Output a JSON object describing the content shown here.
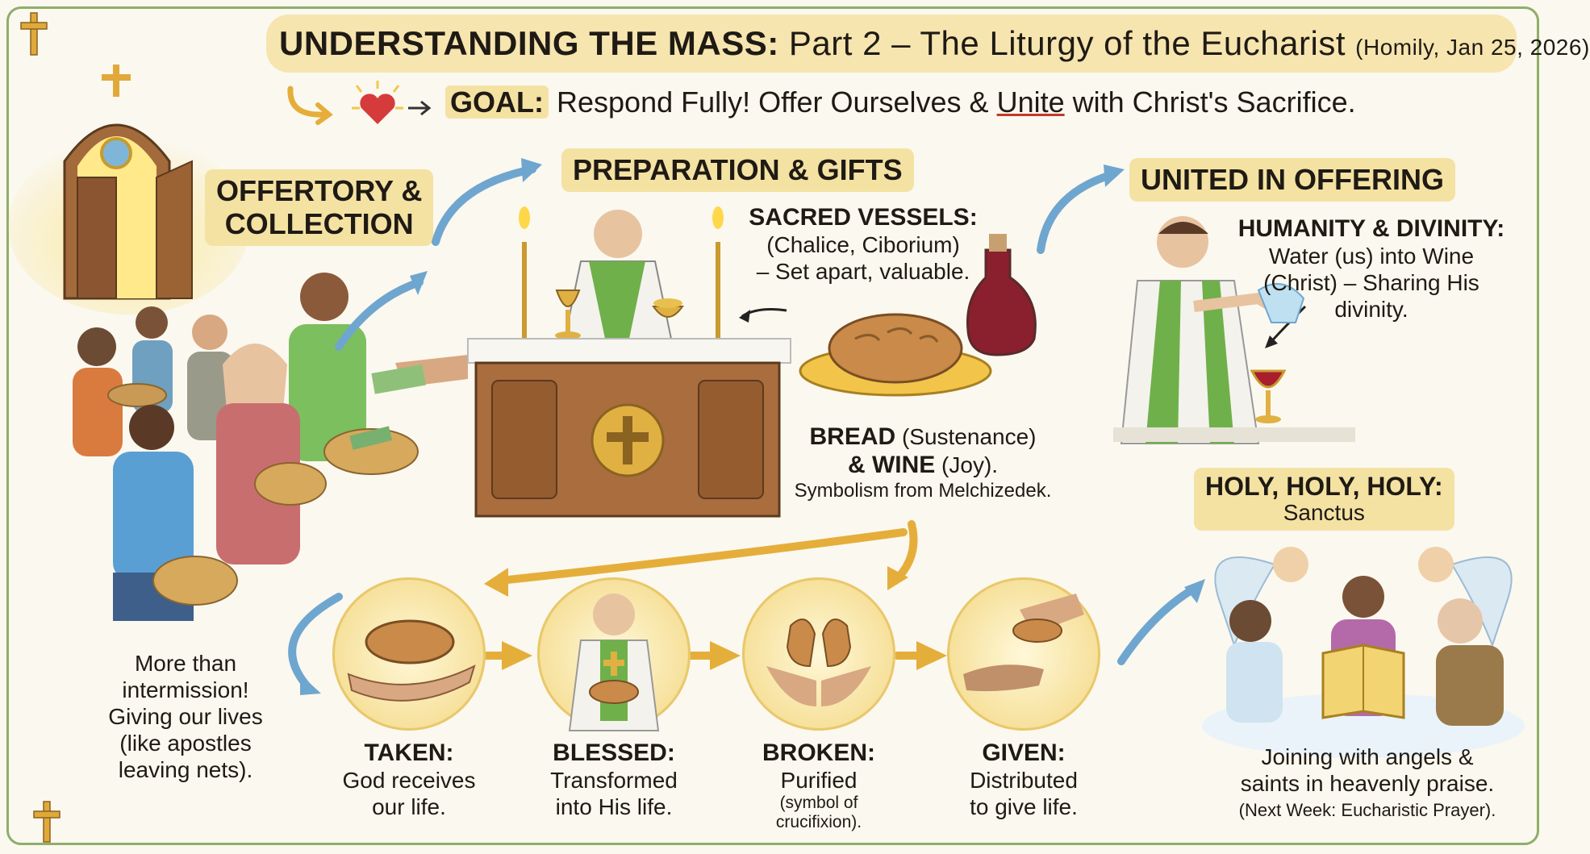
{
  "title": {
    "main": "UNDERSTANDING THE MASS:",
    "part": "Part 2 – The Liturgy of the Eucharist",
    "date": "(Homily, Jan 25, 2026)"
  },
  "goal": {
    "keyword": "GOAL:",
    "text_before": "Respond Fully! Offer Ourselves &",
    "underlined": "Unite",
    "text_after": "with Christ's Sacrifice."
  },
  "offertory": {
    "title_line1": "OFFERTORY &",
    "title_line2": "COLLECTION",
    "note": [
      "More than",
      "intermission!",
      "Giving our lives",
      "(like apostles",
      "leaving nets)."
    ]
  },
  "preparation": {
    "title": "PREPARATION & GIFTS",
    "vessels_head": "SACRED VESSELS:",
    "vessels_lines": [
      "(Chalice, Ciborium)",
      "– Set apart, valuable."
    ],
    "bread_head": "BREAD",
    "bread_rest": " (Sustenance)",
    "wine_head": "& WINE",
    "wine_rest": " (Joy).",
    "symbolism": "Symbolism from Melchizedek."
  },
  "united": {
    "title": "UNITED IN OFFERING",
    "head": "HUMANITY & DIVINITY:",
    "lines": [
      "Water (us) into Wine",
      "(Christ) – Sharing His",
      "divinity."
    ]
  },
  "sanctus": {
    "title": "HOLY, HOLY, HOLY:",
    "subtitle": "Sanctus",
    "lines": [
      "Joining with angels &",
      "saints in heavenly praise."
    ],
    "next": "(Next Week: Eucharistic Prayer)."
  },
  "steps": [
    {
      "head": "TAKEN:",
      "lines": [
        "God receives",
        "our life."
      ]
    },
    {
      "head": "BLESSED:",
      "lines": [
        "Transformed",
        "into His life."
      ]
    },
    {
      "head": "BROKEN:",
      "lines": [
        "Purified"
      ],
      "small": [
        "(symbol of",
        "crucifixion)."
      ]
    },
    {
      "head": "GIVEN:",
      "lines": [
        "Distributed",
        "to give life."
      ]
    }
  ],
  "icons": [
    "cross-icon",
    "church-door-icon",
    "heart-icon",
    "altar-icon",
    "chalice-icon",
    "candle-icon",
    "bread-icon",
    "wine-jug-icon",
    "angel-icon",
    "songbook-icon"
  ],
  "colors": {
    "accent_yellow": "#f4e2a3",
    "arrow_blue": "#6fa6cf",
    "arrow_gold": "#e5ae3a",
    "vine_green": "#8fae6a",
    "heart_red": "#d63b3b"
  }
}
